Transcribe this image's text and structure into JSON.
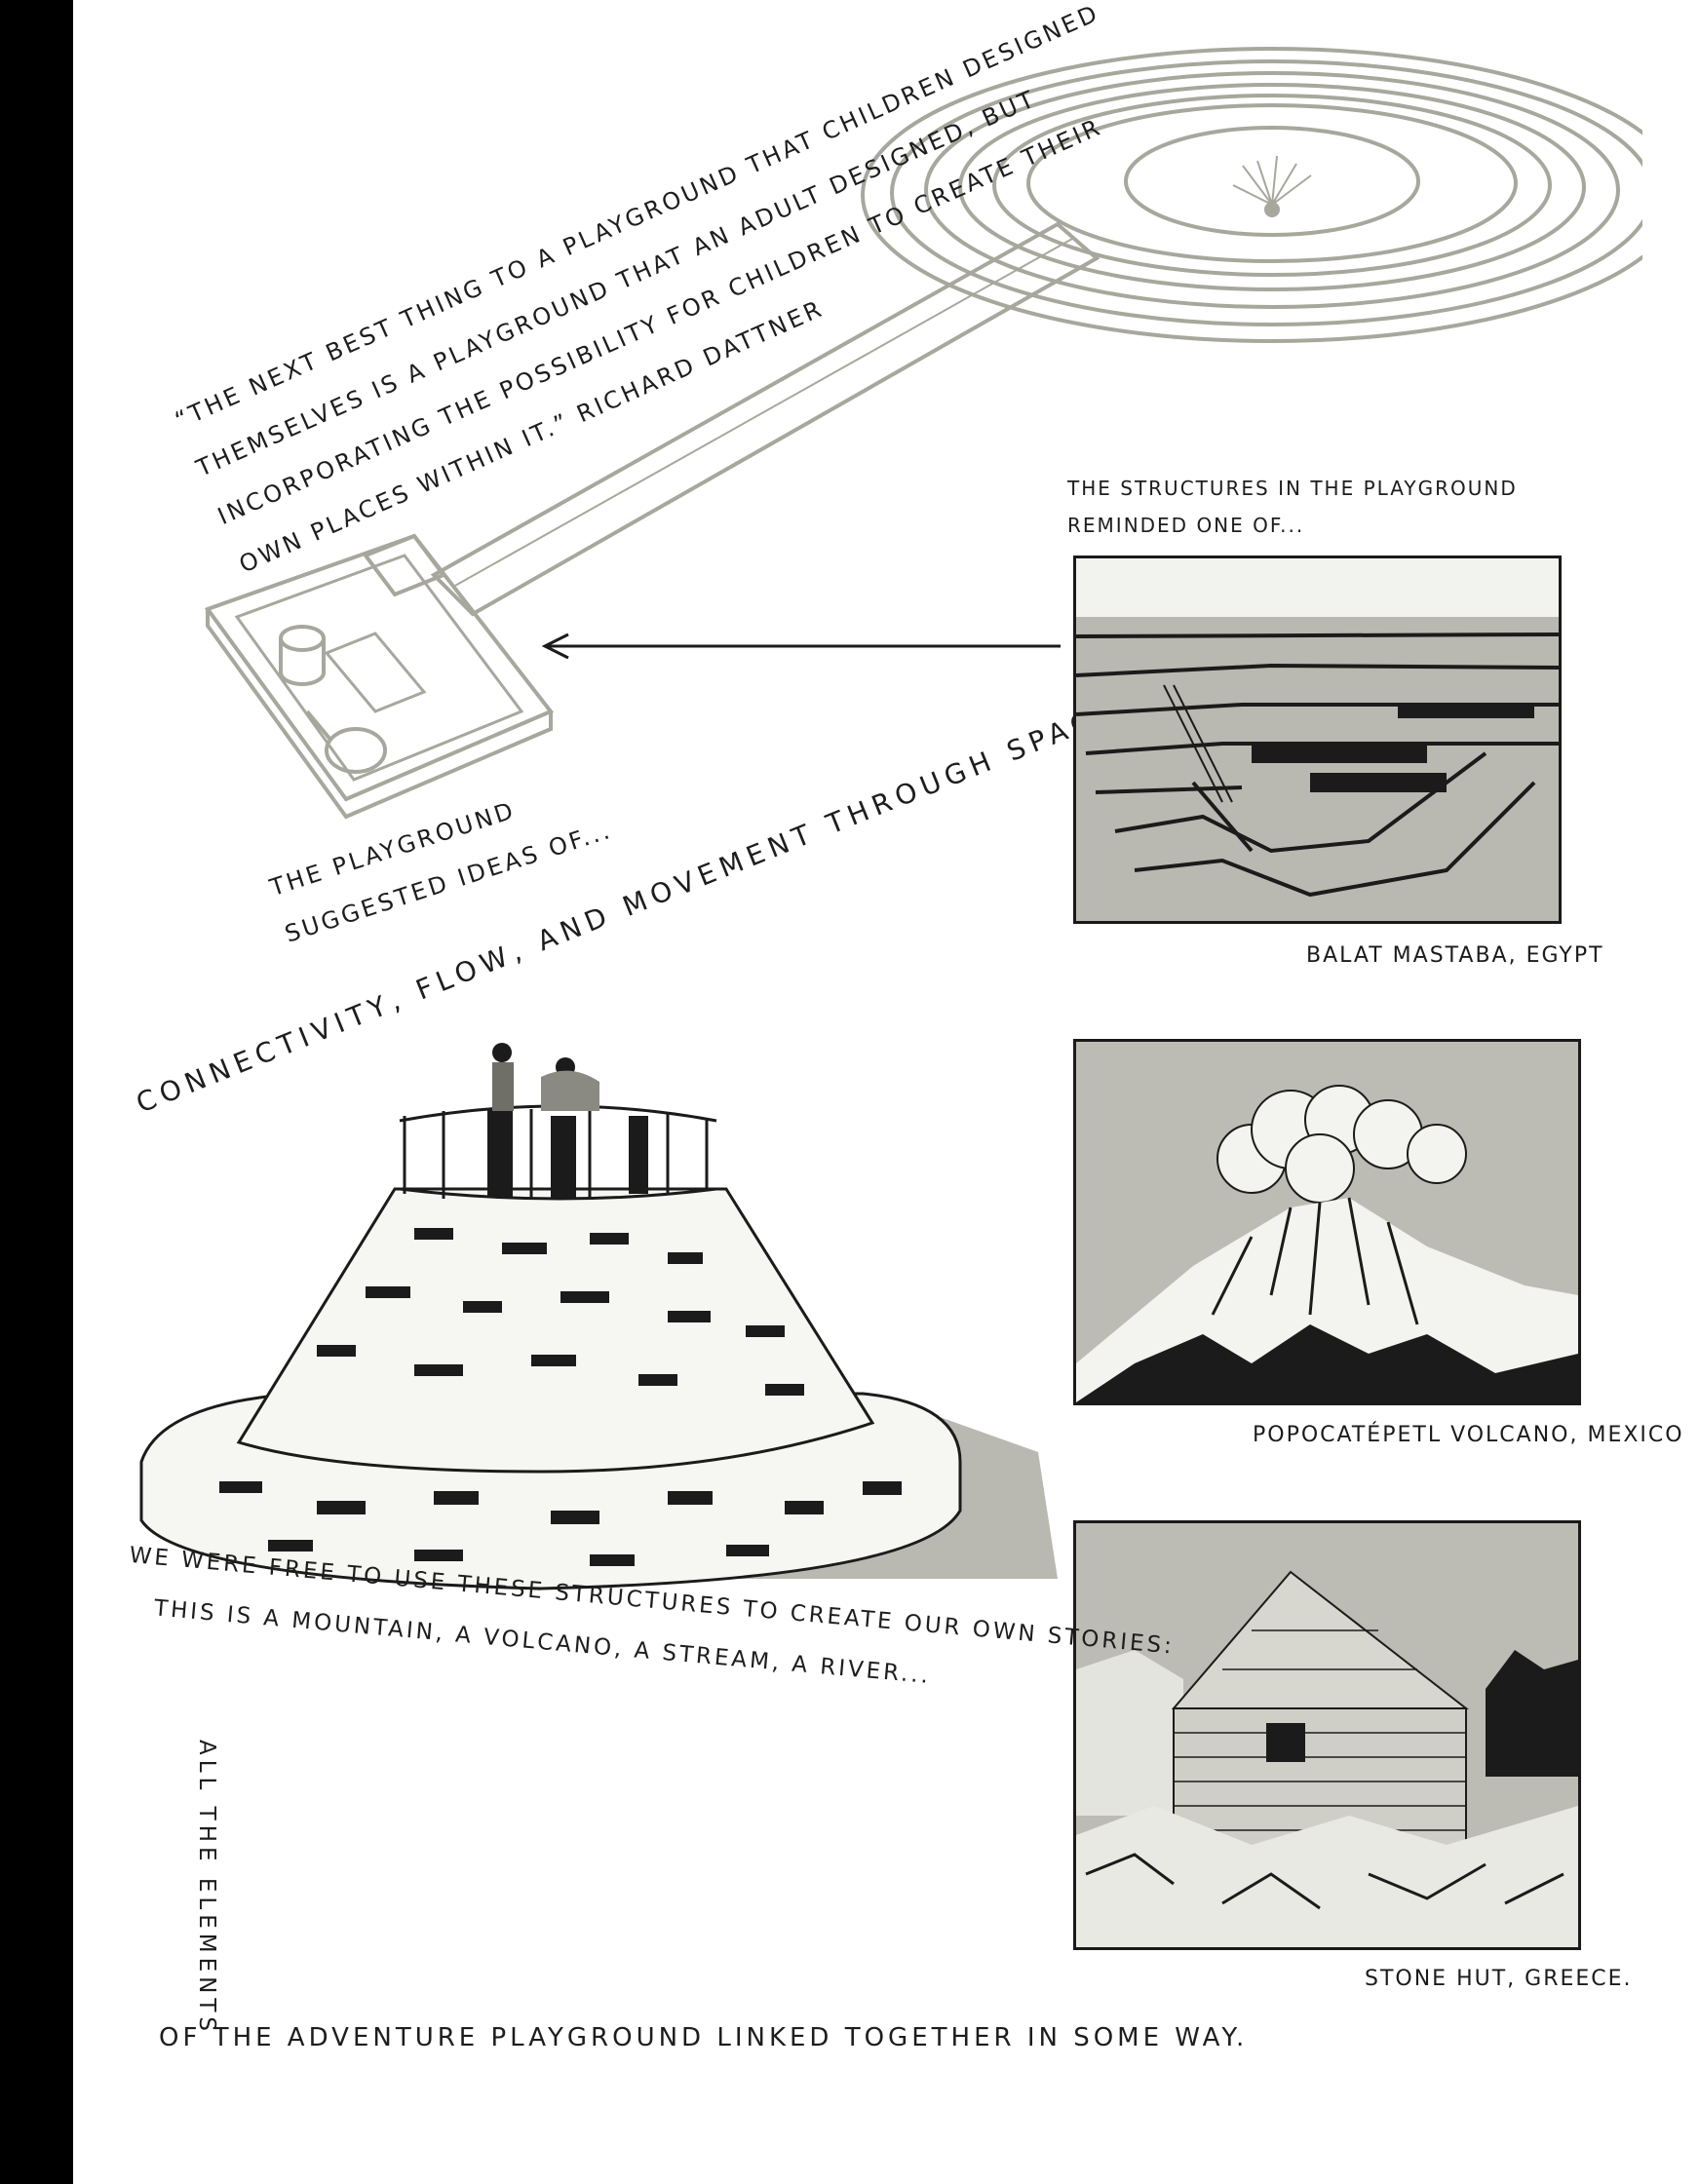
{
  "quote": {
    "lines": [
      "“The next best thing to a playground that children designed",
      "themselves is a playground that an adult designed, but",
      "incorporating the possibility for children to create their",
      "own places within it.”  Richard Dattner"
    ]
  },
  "structures_label": {
    "line1": "The structures in the playground",
    "line2": "reminded one of..."
  },
  "playground_label": {
    "line1": "The playground",
    "line2": "suggested ideas of..."
  },
  "concepts_text": "Connectivity, flow, and movement through space.",
  "free_text": {
    "line1": "We were free to use these structures to create our own stories:",
    "line2": "this is a mountain, a volcano, a stream, a river..."
  },
  "elements_text": {
    "vertical": "All the elements",
    "horizontal": "of the Adventure Playground linked together in some way."
  },
  "panels": [
    {
      "caption": "Balat Mastaba, Egypt"
    },
    {
      "caption": "Popocatépetl Volcano, Mexico"
    },
    {
      "caption": "Stone Hut, Greece."
    }
  ],
  "colors": {
    "ink": "#1b1b1b",
    "wash": "#b9b9b1",
    "line_gray": "#a7a79d"
  }
}
